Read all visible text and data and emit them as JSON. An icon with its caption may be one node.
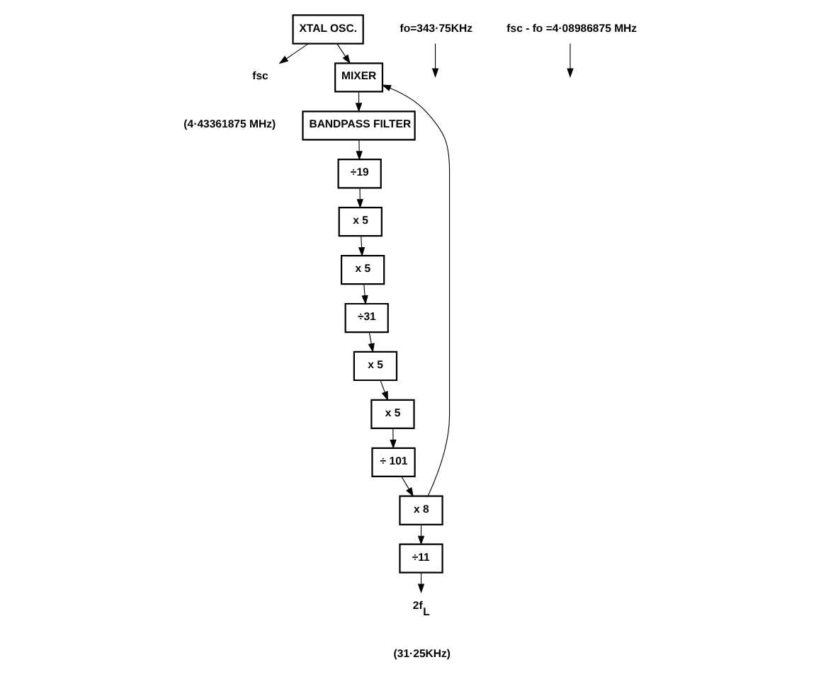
{
  "diagram": {
    "nodes": [
      {
        "text": [
          "XTAL OSC."
        ]
      },
      {
        "text": [
          "fsc"
        ],
        "beside": [
          "(4·43361875 MHz)"
        ]
      },
      {
        "text": [
          "MIXER"
        ]
      },
      {
        "text": [
          "BANDPASS FILTER"
        ]
      },
      {
        "text": [
          "fo=343·75KHz"
        ]
      },
      {
        "text": [
          "÷11"
        ]
      },
      {
        "text": [
          "2f$_{L}$"
        ],
        "beside": [
          "(31·25KHz)"
        ]
      },
      {
        "text": [
          "x 8"
        ]
      },
      {
        "text": [
          "fsc - fo =4·08986875 MHz"
        ]
      },
      {
        "text": [
          "÷19"
        ]
      },
      {
        "text": [
          "x 5"
        ]
      },
      {
        "text": [
          "x 5"
        ]
      },
      {
        "text": [
          "÷ 101"
        ]
      },
      {
        "text": [
          "÷31"
        ]
      },
      {
        "text": [
          "x 5"
        ]
      },
      {
        "text": [
          "x 5"
        ]
      }
    ],
    "edges": [
      {
        "from": 0,
        "to": 1,
        "arrow": "to"
      },
      {
        "from": 0,
        "to": 2,
        "arrow": "to"
      },
      {
        "from": 7,
        "to": 2,
        "arrow": "to"
      },
      {
        "from": 2,
        "to": 3,
        "arrow": "to"
      },
      {
        "from": 7,
        "to": 5,
        "arrow": "to"
      },
      {
        "from": 5,
        "to": 6,
        "arrow": "to"
      },
      {
        "from": 4,
        "to": null,
        "arrow": "to"
      },
      {
        "from": 3,
        "to": 9,
        "arrow": "to"
      },
      {
        "from": 8,
        "to": null,
        "arrow": "to"
      },
      {
        "from": 9,
        "to": 10,
        "arrow": "to"
      },
      {
        "from": 10,
        "to": 11,
        "arrow": "to"
      },
      {
        "from": 11,
        "to": 13,
        "arrow": "to"
      },
      {
        "from": 13,
        "to": 14,
        "arrow": "to"
      },
      {
        "from": 14,
        "to": 15,
        "arrow": "to"
      },
      {
        "from": 15,
        "to": 12,
        "arrow": "to"
      },
      {
        "from": 12,
        "to": 7,
        "arrow": "to"
      }
    ]
  }
}
